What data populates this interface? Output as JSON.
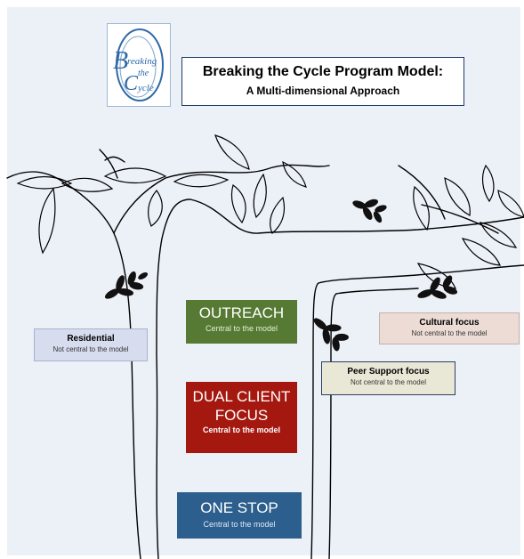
{
  "logo": {
    "line1": "reaking",
    "line2": "the",
    "line3": "ycle",
    "initial1": "B",
    "initial2": "C"
  },
  "title": {
    "main": "Breaking the Cycle Program Model:",
    "sub": "A Multi-dimensional Approach"
  },
  "central": [
    {
      "label": "OUTREACH",
      "sub": "Central to the model",
      "color": "#567a34"
    },
    {
      "label": "DUAL CLIENT FOCUS",
      "sub": "Central to the model",
      "color": "#a4180f"
    },
    {
      "label": "ONE STOP",
      "sub": "Central to the model",
      "color": "#2c5f8e"
    }
  ],
  "peripheral": [
    {
      "label": "Residential",
      "sub": "Not central to the model",
      "color": "#d7dcef"
    },
    {
      "label": "Cultural focus",
      "sub": "Not central to the model",
      "color": "#eddcd6"
    },
    {
      "label": "Peer Support focus",
      "sub": "Not central to the model",
      "color": "#e9e8d6"
    }
  ]
}
